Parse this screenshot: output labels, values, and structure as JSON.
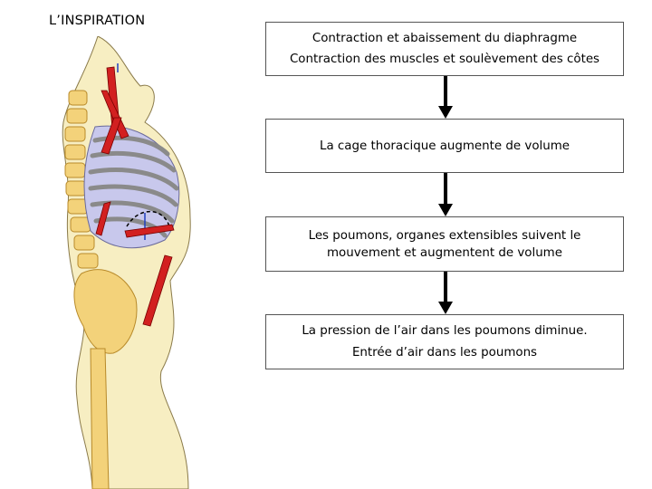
{
  "title": "L’INSPIRATION",
  "steps": [
    {
      "lines": [
        "Contraction et abaissement du diaphragme",
        "Contraction des muscles et soulèvement des côtes"
      ]
    },
    {
      "lines": [
        "La cage thoracique augmente de volume"
      ]
    },
    {
      "lines": [
        "Les poumons, organes extensibles suivent le",
        "mouvement et augmentent de volume"
      ]
    },
    {
      "lines": [
        "La pression de l’air dans les poumons diminue.",
        "Entrée d’air dans les poumons"
      ]
    }
  ],
  "colors": {
    "skin": "#f7eec2",
    "skin_outline": "#8a7a4a",
    "bone": "#f3d27a",
    "bone_outline": "#b88a2a",
    "ribs": "#b8b8b8",
    "lungs": "#c8c8ec",
    "muscle": "#d22020",
    "arrow": "#000000",
    "box_border": "#555555"
  }
}
